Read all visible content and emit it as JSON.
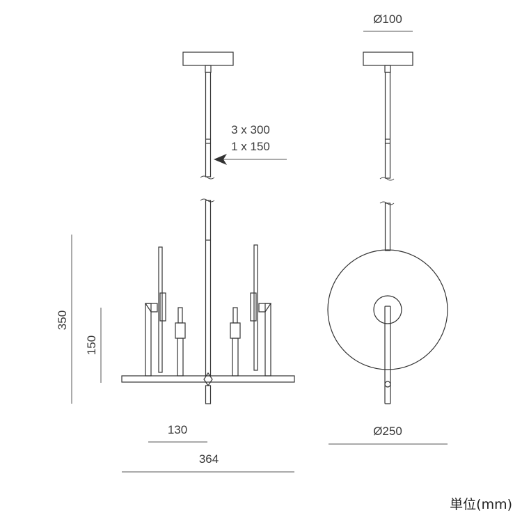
{
  "dimensions": {
    "top_diameter": "Ø100",
    "extension_rods_line1": "3 x 300",
    "extension_rods_line2": "1 x 150",
    "height_total": "350",
    "height_candle": "150",
    "arm_spacing": "130",
    "width_total": "364",
    "disc_diameter": "Ø250"
  },
  "unit_label": "単位(mm)"
}
